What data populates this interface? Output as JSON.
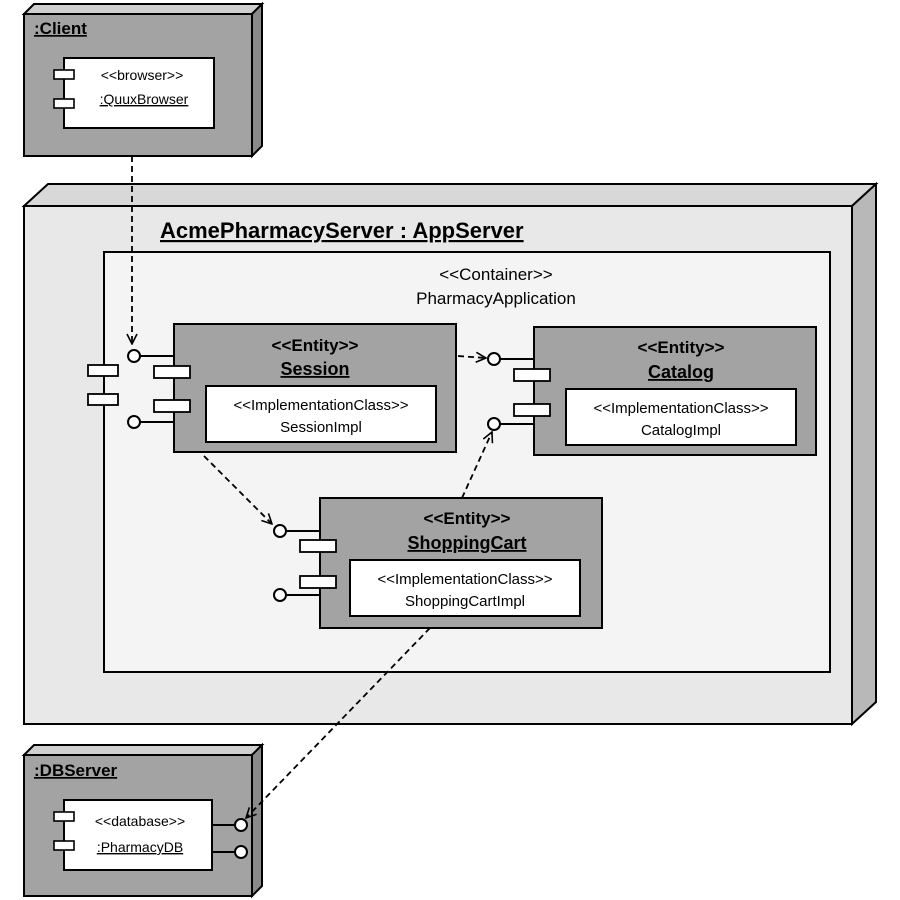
{
  "nodes": {
    "client": {
      "title": ":Client",
      "component": {
        "stereotype": "<<browser>>",
        "name": ":QuuxBrowser"
      }
    },
    "server": {
      "title": "AcmePharmacyServer : AppServer",
      "container": {
        "stereotype": "<<Container>>",
        "name": "PharmacyApplication",
        "components": {
          "session": {
            "stereotype": "<<Entity>>",
            "name": "Session",
            "impl": "<<ImplementationClass>>",
            "impl_name": "SessionImpl"
          },
          "catalog": {
            "stereotype": "<<Entity>>",
            "name": "Catalog",
            "impl": "<<ImplementationClass>>",
            "impl_name": "CatalogImpl"
          },
          "cart": {
            "stereotype": "<<Entity>>",
            "name": "ShoppingCart",
            "impl": "<<ImplementationClass>>",
            "impl_name": "ShoppingCartImpl"
          }
        }
      }
    },
    "db": {
      "title": ":DBServer",
      "component": {
        "stereotype": "<<database>>",
        "name": ":PharmacyDB"
      }
    }
  },
  "colors": {
    "node_dark": "#a3a3a3",
    "node_light": "#e8e8e8",
    "container": "#f4f4f4",
    "component": "#a3a3a3",
    "white": "#ffffff",
    "stroke": "#000000"
  }
}
